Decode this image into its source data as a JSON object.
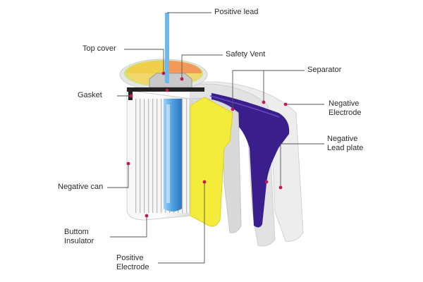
{
  "diagram": {
    "labels": {
      "positive_lead": "Positive lead",
      "top_cover": "Top cover",
      "safety_vent": "Safety Vent",
      "separator": "Separator",
      "gasket": "Gasket",
      "negative_electrode": [
        "Negative",
        "Electrode"
      ],
      "negative_lead_plate": [
        "Negative",
        "Lead plate"
      ],
      "negative_can": "Negative can",
      "bottom_insulator": [
        "Buttom",
        "Insulator"
      ],
      "positive_electrode": [
        "Positive",
        "Electrode"
      ]
    },
    "colors": {
      "leader_line": "#555555",
      "marker_dot": "#c2185b",
      "positive_electrode": "#f3ec3a",
      "negative_electrode": "#3a1f8c",
      "separator": "#e4e4e4",
      "core": "#5aa9e6",
      "top_cover_yellow": "#f0cf4a",
      "top_cover_orange": "#f39a5a"
    }
  }
}
